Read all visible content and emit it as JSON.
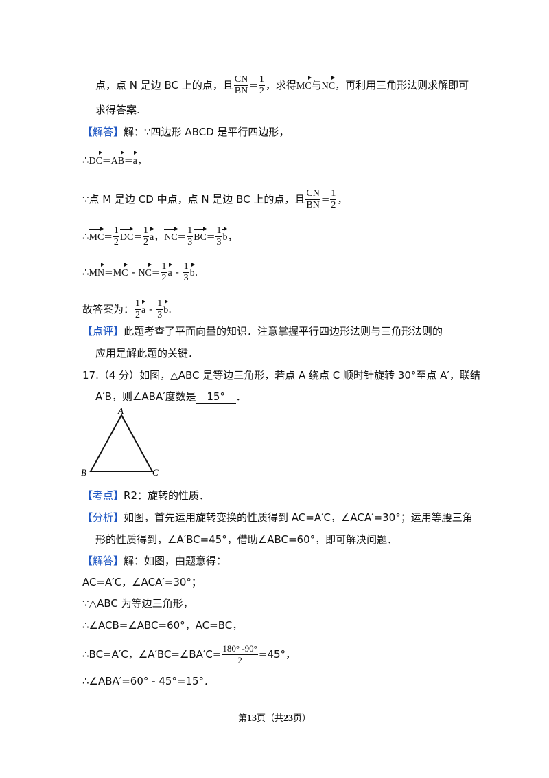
{
  "l1": {
    "a": "点，点 N 是边 BC 上的点，且",
    "f_num": "CN",
    "f_den": "BN",
    "eq": "=",
    "f2_num": "1",
    "f2_den": "2",
    "b": "，求得",
    "v1": "MC",
    "c": "与",
    "v2": "NC",
    "d": "，再利用三角形法则求解即可"
  },
  "l2": "求得答案.",
  "ans1": {
    "tag": "【解答】",
    "text": "解：∵四边形 ABCD 是平行四边形，"
  },
  "l4": {
    "pre": "∴",
    "v1": "DC",
    "eq1": "=",
    "v2": "AB",
    "eq2": "=",
    "v3": "a",
    "post": "，"
  },
  "l5": {
    "a": "∵点 M 是边 CD 中点，点 N 是边 BC 上的点，且",
    "f_num": "CN",
    "f_den": "BN",
    "eq": "=",
    "f2_num": "1",
    "f2_den": "2",
    "post": "，"
  },
  "l6": {
    "pre": "∴",
    "v1": "MC",
    "eq1": "=",
    "f1_num": "1",
    "f1_den": "2",
    "v2": "DC",
    "eq2": "=",
    "f2_num": "1",
    "f2_den": "2",
    "v3": "a",
    "sep": "，",
    "v4": "NC",
    "eq3": "=",
    "f3_num": "1",
    "f3_den": "3",
    "v5": "BC",
    "eq4": "=",
    "f4_num": "1",
    "f4_den": "3",
    "v6": "b",
    "post": "，"
  },
  "l7": {
    "pre": "∴",
    "v1": "MN",
    "eq1": "=",
    "v2": "MC",
    "minus1": " - ",
    "v3": "NC",
    "eq2": "=",
    "f1_num": "1",
    "f1_den": "2",
    "v4": "a",
    "minus2": " - ",
    "f2_num": "1",
    "f2_den": "3",
    "v5": "b",
    "post": "."
  },
  "l8": {
    "pre": "故答案为：",
    "f1_num": "1",
    "f1_den": "2",
    "v1": "a",
    "minus": " - ",
    "f2_num": "1",
    "f2_den": "3",
    "v2": "b",
    "post": "."
  },
  "review": {
    "tag": "【点评】",
    "text": "此题考查了平面向量的知识．注意掌握平行四边形法则与三角形法则的",
    "text2": "应用是解此题的关键．"
  },
  "q17": {
    "text": "17.（4 分）如图，△ABC 是等边三角形，若点 A 绕点 C 顺时针旋转 30°至点 A′，联结",
    "text2a": "A′B，则∠ABA′度数是",
    "answer": "15°",
    "text2b": "．"
  },
  "figure": {
    "A": "A",
    "B": "B",
    "C": "C"
  },
  "kaodian": {
    "tag": "【考点】",
    "text": "R2：旋转的性质．"
  },
  "fenxi": {
    "tag": "【分析】",
    "text": "如图，首先运用旋转变换的性质得到 AC=A′C，∠ACA′=30°；运用等腰三角",
    "text2": "形的性质得到，∠A′BC=45°，借助∠ABC=60°，即可解决问题．"
  },
  "ans2": {
    "tag": "【解答】",
    "text": "解：如图，由题意得："
  },
  "s1": "AC=A′C，∠ACA′=30°；",
  "s2": "∵△ABC 为等边三角形，",
  "s3": "∴∠ACB=∠ABC=60°，AC=BC，",
  "s4": {
    "a": "∴BC=A′C，∠A′BC=∠BA′C=",
    "f_num": "180° -90°",
    "f_den": "2",
    "post": "=45°，"
  },
  "s5": "∴∠ABA′=60° - 45°=15°．",
  "footer": {
    "p1": "第",
    "page": "13",
    "p2": "页（共",
    "total": "23",
    "p3": "页）"
  }
}
